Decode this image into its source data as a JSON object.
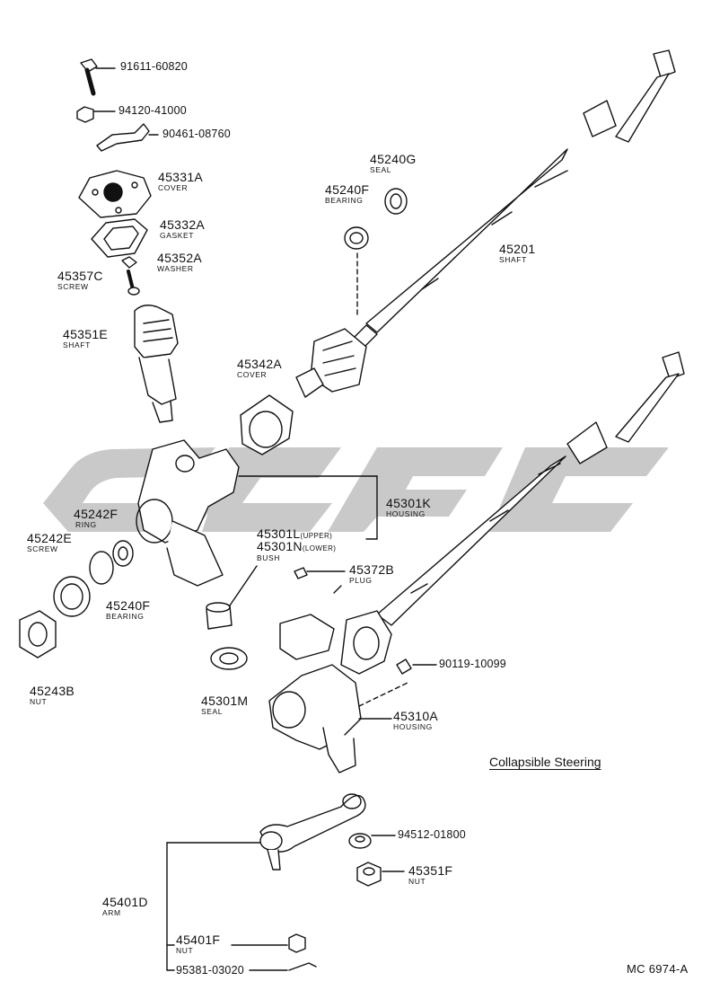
{
  "diagram": {
    "caption": "Collapsible Steering",
    "code": "MC 6974-A",
    "colors": {
      "ink": "#111111",
      "watermark": "#c9c9c9",
      "paper": "#ffffff"
    },
    "watermark_icon": "brand-logo-watermark",
    "parts": [
      {
        "id": "p1",
        "number": "91611-60820",
        "desc": ""
      },
      {
        "id": "p2",
        "number": "94120-41000",
        "desc": ""
      },
      {
        "id": "p3",
        "number": "90461-08760",
        "desc": ""
      },
      {
        "id": "p4",
        "number": "45331A",
        "desc": "COVER"
      },
      {
        "id": "p5",
        "number": "45332A",
        "desc": "GASKET"
      },
      {
        "id": "p6",
        "number": "45352A",
        "desc": "WASHER"
      },
      {
        "id": "p7",
        "number": "45357C",
        "desc": "SCREW"
      },
      {
        "id": "p8",
        "number": "45351E",
        "desc": "SHAFT"
      },
      {
        "id": "p9",
        "number": "45240G",
        "desc": "SEAL"
      },
      {
        "id": "p10",
        "number": "45240F",
        "desc": "BEARING"
      },
      {
        "id": "p11",
        "number": "45201",
        "desc": "SHAFT"
      },
      {
        "id": "p12",
        "number": "45342A",
        "desc": "COVER"
      },
      {
        "id": "p13",
        "number": "45301K",
        "desc": "HOUSING"
      },
      {
        "id": "p14",
        "number": "45242F",
        "desc": "RING"
      },
      {
        "id": "p15",
        "number": "45242E",
        "desc": "SCREW"
      },
      {
        "id": "p16",
        "number": "45240F",
        "desc": "BEARING"
      },
      {
        "id": "p17",
        "number": "45301L",
        "desc": "(UPPER)"
      },
      {
        "id": "p18",
        "number": "45301N",
        "desc": "(LOWER)"
      },
      {
        "id": "p19",
        "number": "",
        "desc": "BUSH"
      },
      {
        "id": "p20",
        "number": "45372B",
        "desc": "PLUG"
      },
      {
        "id": "p21",
        "number": "45243B",
        "desc": "NUT"
      },
      {
        "id": "p22",
        "number": "45301M",
        "desc": "SEAL"
      },
      {
        "id": "p23",
        "number": "90119-10099",
        "desc": ""
      },
      {
        "id": "p24",
        "number": "45310A",
        "desc": "HOUSING"
      },
      {
        "id": "p25",
        "number": "94512-01800",
        "desc": ""
      },
      {
        "id": "p26",
        "number": "45351F",
        "desc": "NUT"
      },
      {
        "id": "p27",
        "number": "45401D",
        "desc": "ARM"
      },
      {
        "id": "p28",
        "number": "45401F",
        "desc": "NUT"
      },
      {
        "id": "p29",
        "number": "95381-03020",
        "desc": ""
      }
    ]
  }
}
